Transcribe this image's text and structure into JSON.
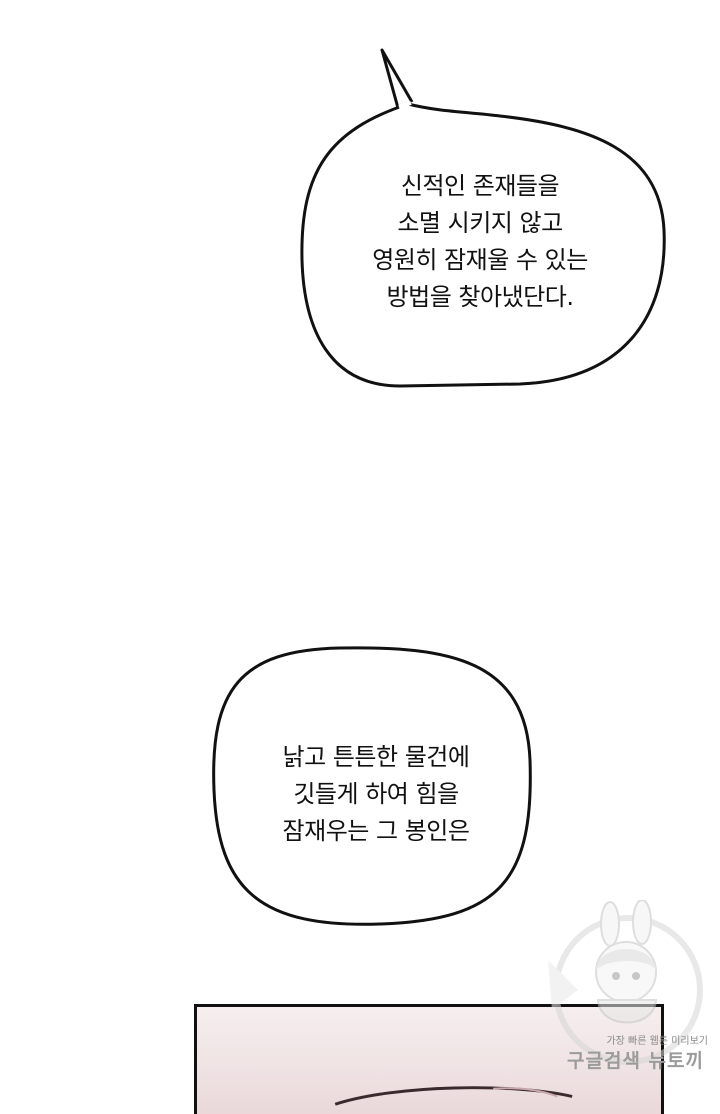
{
  "bubbles": [
    {
      "lines": [
        "신적인 존재들을",
        "소멸 시키지 않고",
        "영원히 잠재울 수 있는",
        "방법을 찾아냈단다."
      ]
    },
    {
      "lines": [
        "낡고 튼튼한 물건에",
        "깃들게 하여 힘을",
        "잠재우는 그 봉인은"
      ]
    }
  ],
  "watermark": {
    "line1": "가장 빠른 웹툰 미리보기",
    "line2": "구글검색 뉴토끼"
  },
  "colors": {
    "outline": "#111111",
    "background": "#ffffff",
    "panel_tint": "#efe2e3"
  }
}
